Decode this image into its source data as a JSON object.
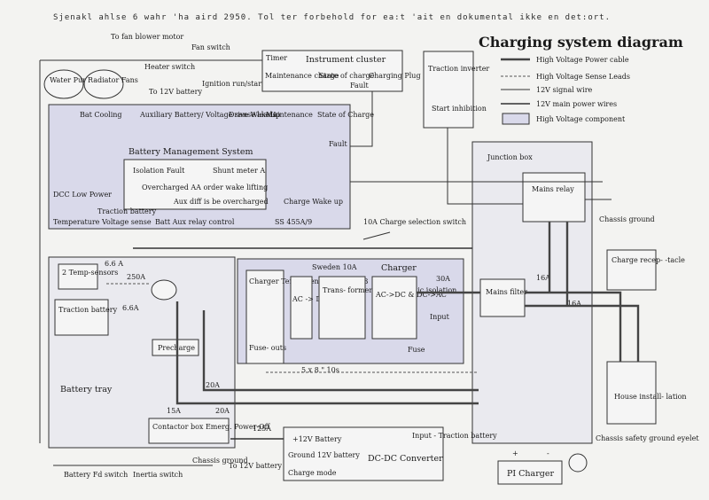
{
  "header_note": "Sjenakl ahlse 6 wahr 'ha aird 2950. Tol ter forbehold for ea:t 'ait en dokumental ikke en det:ort.",
  "title": "Charging system diagram",
  "legend": [
    {
      "label": "High Voltage Power cable"
    },
    {
      "label": "High Voltage Sense Leads"
    },
    {
      "label": "12V signal wire"
    },
    {
      "label": "12V main power wires"
    },
    {
      "label": "High Voltage component"
    }
  ],
  "top_labels": {
    "fan_blower": "To fan blower motor",
    "fan_switch": "Fan switch",
    "heater_switch": "Heater switch",
    "to_12v_battery": "To 12V battery",
    "ignition": "Ignition run/start"
  },
  "water_pump": "Water Pump",
  "radiator_fans": "Radiator Fans",
  "instrument_cluster": {
    "timer": "Timer",
    "title": "Instrument cluster",
    "maintenance": "Maintenance charge",
    "state_of_charge": "State of charge",
    "fault": "Fault",
    "charging_plug": "Charging Plug"
  },
  "traction_inverter": {
    "title": "Traction inverter",
    "start_inhibition": "Start inhibition"
  },
  "bms": {
    "title": "Battery Management System",
    "bat_cooling": "Bat Cooling",
    "aux_battery": "Auxiliary Battery/ Voltage sense leads",
    "drive_wakeup": "Drive WakeUp",
    "maintenance": "Maintenance",
    "state_of_charge": "State of Charge",
    "fault": "Fault",
    "isolation_fault": "Isolation Fault",
    "shunt_meter": "Shunt meter A",
    "overcharged": "Overcharged AA order wake lifting",
    "aux_overcharged": "Aux diff is be overcharged",
    "dcc_low_power": "DCC Low Power",
    "charge_wake_up": "Charge Wake up",
    "traction_battery": "Traction battery",
    "temp_voltage_sense": "Temperature Voltage sense",
    "batt_aux": "Batt  Aux relay control",
    "ss": "SS 455A/9"
  },
  "junction_box": {
    "title": "Junction box",
    "mains_relay": "Mains relay",
    "chassis_ground": "Chassis ground"
  },
  "charge_receptacle": "Charge recep- -tacle",
  "house_installation": "House install- lation",
  "charge_selection": "10A Charge selection switch",
  "charger": {
    "title": "Charger",
    "sweden": "Sweden 10A",
    "temp_sensors": "Charger Temp. Sensors T1 T2 T3",
    "fuses": "Fuse- outs",
    "ac_dc": "AC -> DC",
    "transformer": "Trans- former with Galvanic isolation",
    "acdc_dcac": "AC->DC & DC->AC",
    "amp30": "30A",
    "filter_in": "Input",
    "mains_filter": "Mains filter",
    "fuse_label": "Fuse",
    "sense_label": "5 x 8 \" 10s",
    "a16": "16A",
    "a16b": "16A"
  },
  "battery_tray": {
    "title": "Battery tray",
    "two_temp": "2 Temp-sensors",
    "traction_battery": "Traction battery",
    "a250": "250A",
    "a6": "6.6A",
    "a6b": "6.6 A",
    "precharge": "Precharge",
    "a20": "20A",
    "a15": "15A",
    "a20b": "20A",
    "contactor": "Contactor box Emerg. Power-Off"
  },
  "dcdc": {
    "title": "DC-DC Converter",
    "plus12": "+12V Battery",
    "ground": "Ground 12V battery",
    "charge_mode": "Charge mode",
    "input_traction": "Input - Traction battery",
    "fuse": "125A",
    "to_12v": "To 12V battery"
  },
  "bottom_labels": {
    "battery_fd_switch": "Battery Fd switch",
    "inertia_switch": "Inertia switch",
    "chassis_ground": "Chassis ground",
    "pi_charger": "PI Charger",
    "chassis_safety": "Chassis safety ground eyelet",
    "plus": "+",
    "minus": "-"
  }
}
